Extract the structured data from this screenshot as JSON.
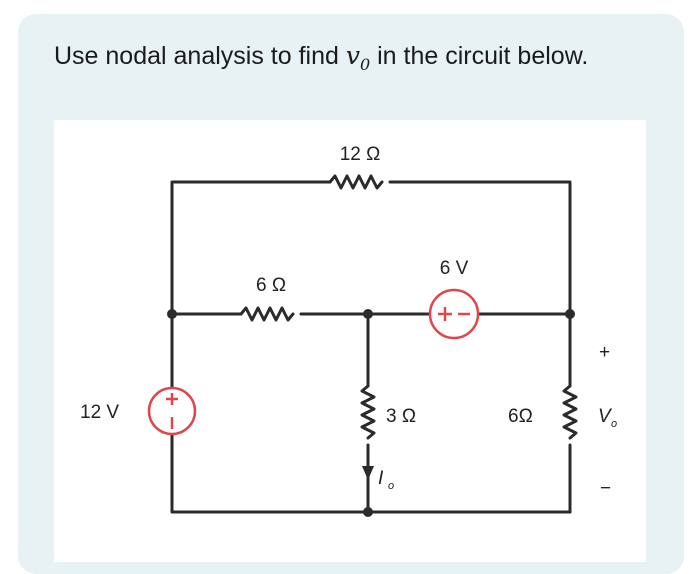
{
  "question": {
    "before": "Use nodal analysis to find ",
    "var": "v",
    "sub": "0",
    "after": " in the circuit below."
  },
  "circuit": {
    "r_top": "12 Ω",
    "r_mid_left": "6 Ω",
    "r_center": "3 Ω",
    "r_right": "6Ω",
    "src_left": "12 V",
    "src_mid": "6 V",
    "current_I": "I",
    "current_sub": "o",
    "voltage_V": "V",
    "voltage_sub": "o",
    "plus": "+",
    "minus": "−",
    "wire_color": "#2b2b2b",
    "source_color": "#e0454b"
  }
}
